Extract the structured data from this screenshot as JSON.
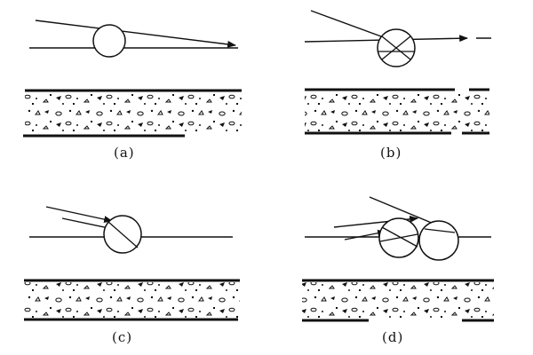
{
  "panels": [
    {
      "id": "a",
      "label": "(a)"
    },
    {
      "id": "b",
      "label": "(b)"
    },
    {
      "id": "c",
      "label": "(c)"
    },
    {
      "id": "d",
      "label": "(d)"
    }
  ],
  "colors": {
    "ink": "#111111",
    "background": "#ffffff"
  }
}
